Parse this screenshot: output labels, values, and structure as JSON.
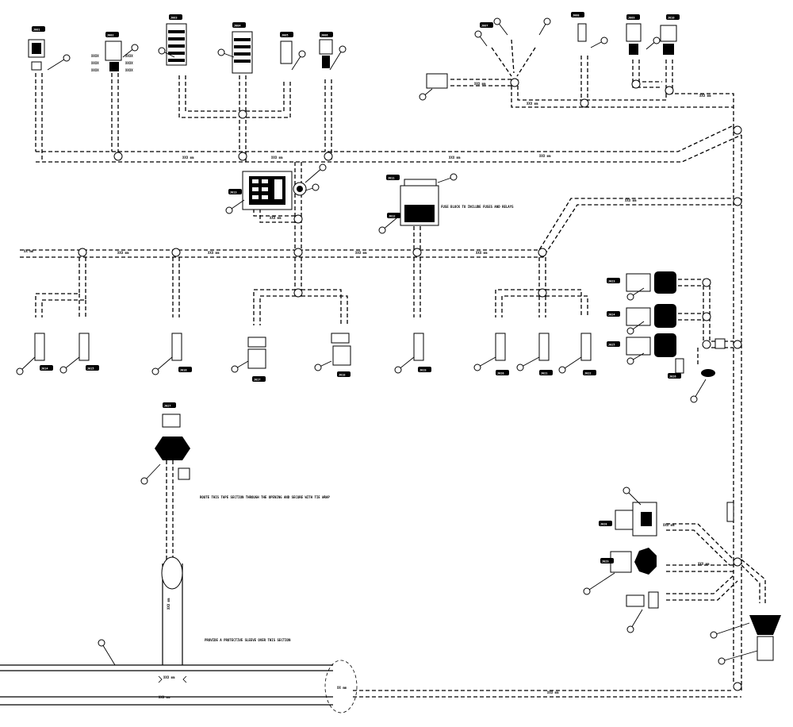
{
  "diagram": {
    "colors": {
      "ink": "#000000",
      "paper": "#ffffff"
    },
    "segment_labels": [
      "XXX mm",
      "XXX mm",
      "XXX mm",
      "XXX mm",
      "XXX mm",
      "XXX mm",
      "XXX mm",
      "XXX mm",
      "XXX mm",
      "XXX mm",
      "XXX mm",
      "XXX mm",
      "XXX mm",
      "XXX mm",
      "XXX mm"
    ],
    "main_trunk_label": "XXX mm",
    "bottom_run_label": "XXX mm",
    "vertical_drop_label": "XXX mm",
    "junction_label": "XXX mm",
    "ellipse_label": "XX mm",
    "left_cut_label": "XX mm",
    "fuse_block_note": "FUSE BLOCK TO INCLUDE FUSES AND RELAYS",
    "drop_note": "ROUTE THIS TAPE SECTION THROUGH THE OPENING AND SECURE WITH TIE WRAP",
    "bottom_note": "PROVIDE A PROTECTIVE SLEEVE OVER THIS SECTION",
    "connector_tags": [
      "J001",
      "J002",
      "J003",
      "J004",
      "J005",
      "J006",
      "J007",
      "J008",
      "J009",
      "J010",
      "J011",
      "J012",
      "J013",
      "J014",
      "J015",
      "J016",
      "J017",
      "J018",
      "J019",
      "J020",
      "J021",
      "J022",
      "J023",
      "J024",
      "J025",
      "J026",
      "J027",
      "J028",
      "J029"
    ],
    "pin_labels": [
      "XXXX",
      "XXXX",
      "XXXX",
      "XXXX",
      "XXXX",
      "XXXX"
    ]
  }
}
